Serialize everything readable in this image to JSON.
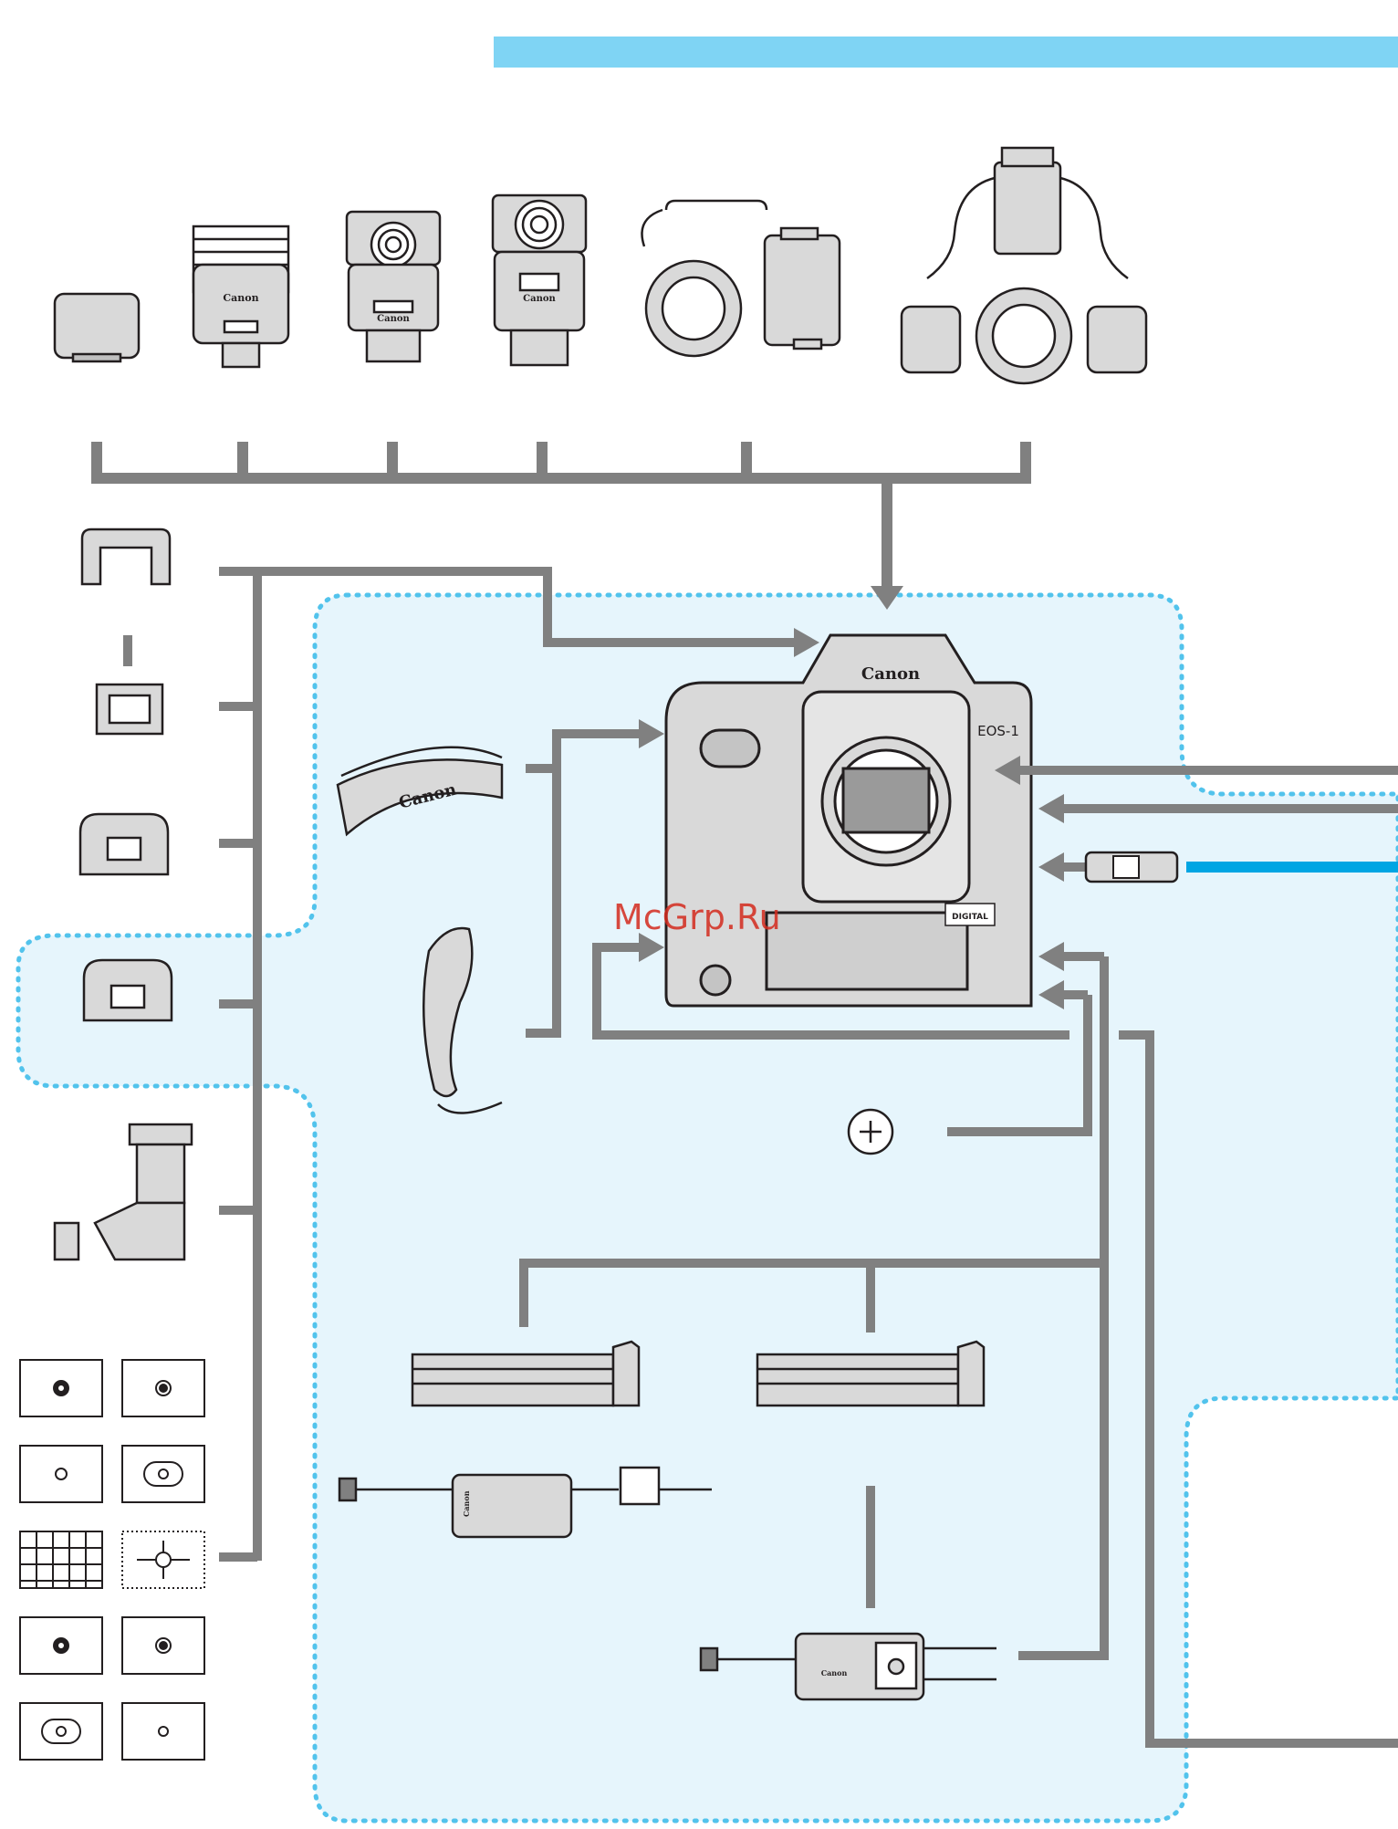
{
  "header": {
    "bar_color": "#7fd4f4"
  },
  "colors": {
    "connector": "#808080",
    "dotted_zone": "#52c3ec",
    "zone_fill": "#e6f5fc",
    "cable_blue": "#00a5e3",
    "outline": "#231f20",
    "device_fill": "#d9d9d9"
  },
  "camera": {
    "brand": "Canon",
    "model": "EOS-1",
    "badge": "DIGITAL"
  },
  "flashes": [
    {
      "name": "compact-flash-unit"
    },
    {
      "name": "small-speedlite"
    },
    {
      "name": "medium-speedlite"
    },
    {
      "name": "large-speedlite"
    },
    {
      "name": "macro-ring-lite"
    },
    {
      "name": "macro-twin-lite"
    }
  ],
  "flash_brand": "Canon",
  "strap_brand": "Canon",
  "adapter_brand": "Canon",
  "charger_brand": "Canon",
  "viewfinder_accessories": [
    {
      "name": "eyecup"
    },
    {
      "name": "eyepiece-adapter"
    },
    {
      "name": "dioptric-eyecup"
    },
    {
      "name": "anti-fog-eyepiece"
    },
    {
      "name": "angle-finder"
    }
  ],
  "focusing_screens": [
    {
      "pattern": "microprism"
    },
    {
      "pattern": "microprism-plain"
    },
    {
      "pattern": "circle"
    },
    {
      "pattern": "oval"
    },
    {
      "pattern": "grid"
    },
    {
      "pattern": "scale"
    },
    {
      "pattern": "microprism"
    },
    {
      "pattern": "microprism-plain"
    },
    {
      "pattern": "oval"
    },
    {
      "pattern": "circle"
    }
  ],
  "power": [
    {
      "name": "battery-pack-1"
    },
    {
      "name": "battery-pack-2"
    },
    {
      "name": "ac-adapter"
    },
    {
      "name": "battery-charger"
    },
    {
      "name": "backup-battery"
    }
  ],
  "watermark": "McGrp.Ru"
}
